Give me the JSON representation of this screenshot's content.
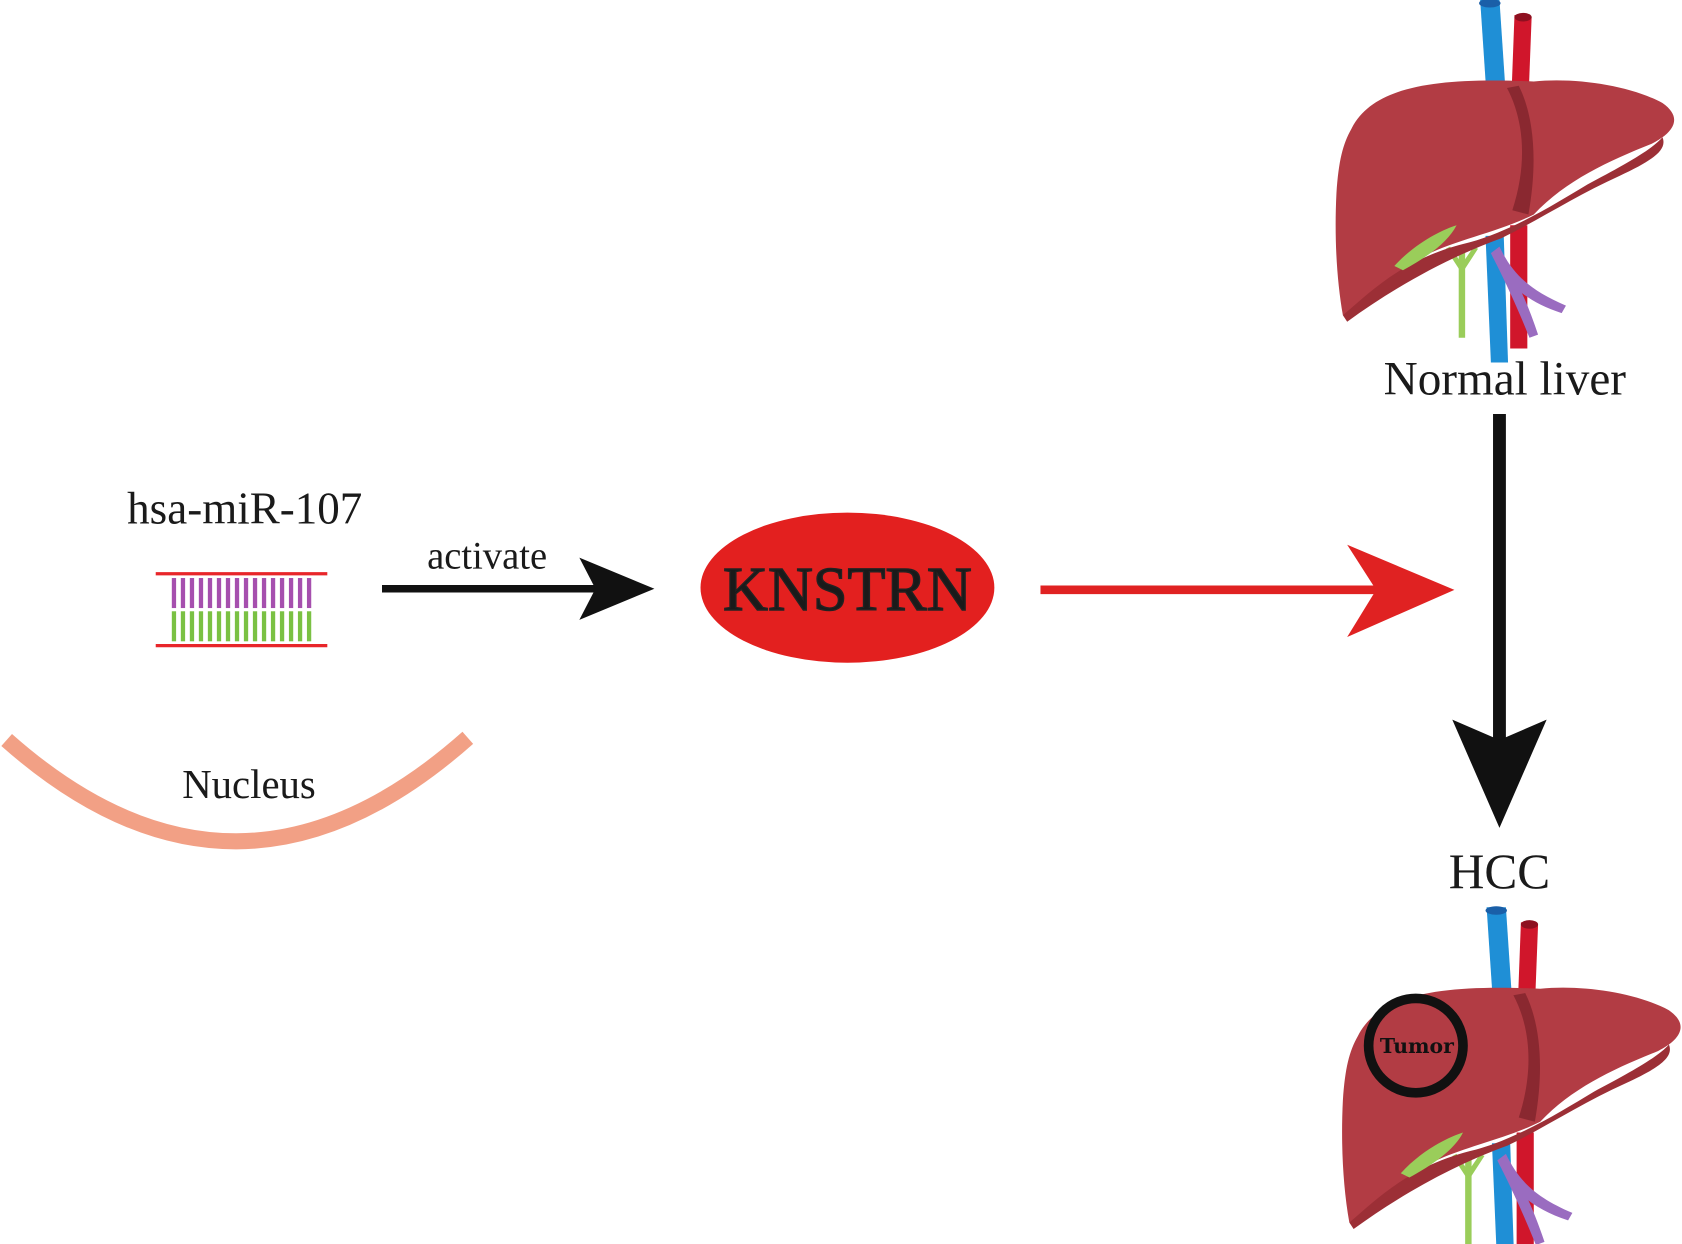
{
  "figure": {
    "type": "pathway-schematic",
    "colors": {
      "background": "#ffffff",
      "text": "#1a1a1a",
      "activation_arrow": "#111111",
      "promotion_arrow": "#e02222",
      "progression_arrow": "#111111",
      "knstrn_ellipse": "#e3201f",
      "rna_strand_lines": "#e8262a",
      "rna_bases_top": "#a64fae",
      "rna_bases_bottom": "#7ac143",
      "nucleus_membrane": "#f2a085",
      "liver_body": "#b23c44",
      "liver_shadow": "#9c2f36",
      "vessel_blue": "#1f8fd6",
      "vessel_red": "#d0162b",
      "vessel_purple": "#9a6cc0",
      "bile_duct_green": "#9acd5a",
      "tumor_ring": "#111111"
    }
  },
  "mirna": {
    "label": "hsa-miR-107",
    "icon": "rna-duplex-icon",
    "base_pairs": 16
  },
  "nucleus": {
    "label": "Nucleus",
    "icon": "nucleus-membrane-arc"
  },
  "edges": {
    "mirna_to_knstrn": {
      "label": "activate",
      "relation": "activate"
    },
    "knstrn_to_progression": {
      "label": "",
      "relation": "promote"
    },
    "normal_to_hcc": {
      "label": "",
      "relation": "progresses-to"
    }
  },
  "gene": {
    "label": "KNSTRN",
    "shape": "ellipse"
  },
  "normal_liver": {
    "label": "Normal liver",
    "icon": "liver-icon"
  },
  "hcc": {
    "label": "HCC",
    "icon": "liver-with-tumor-icon",
    "tumor_label": "Tumor"
  }
}
